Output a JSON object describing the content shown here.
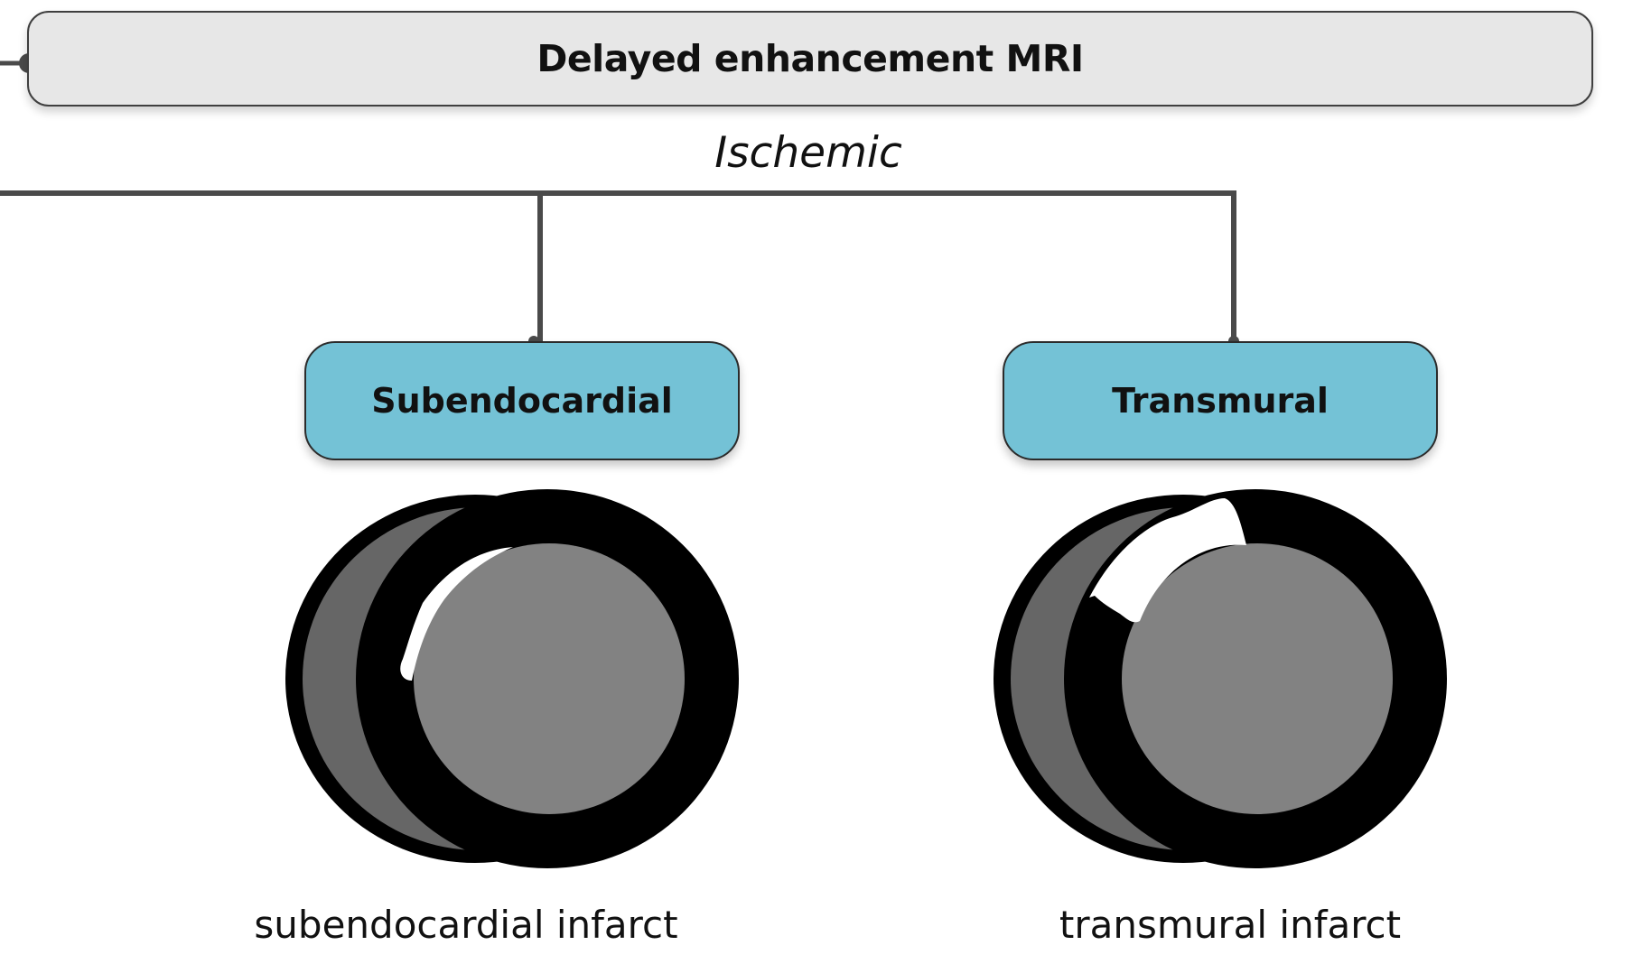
{
  "header": {
    "title": "Delayed enhancement MRI"
  },
  "branch": {
    "label": "Ischemic"
  },
  "categories": [
    {
      "label": "Subendocardial",
      "caption": "subendocardial infarct"
    },
    {
      "label": "Transmural",
      "caption": "transmural infarct"
    }
  ],
  "colors": {
    "box_fill": "#74c2d6",
    "header_fill": "#e7e7e7",
    "connector": "#4a4a4a",
    "myocardium": "#000000",
    "rv_cavity": "#666666",
    "lv_cavity": "#828282",
    "enhancement": "#ffffff"
  }
}
